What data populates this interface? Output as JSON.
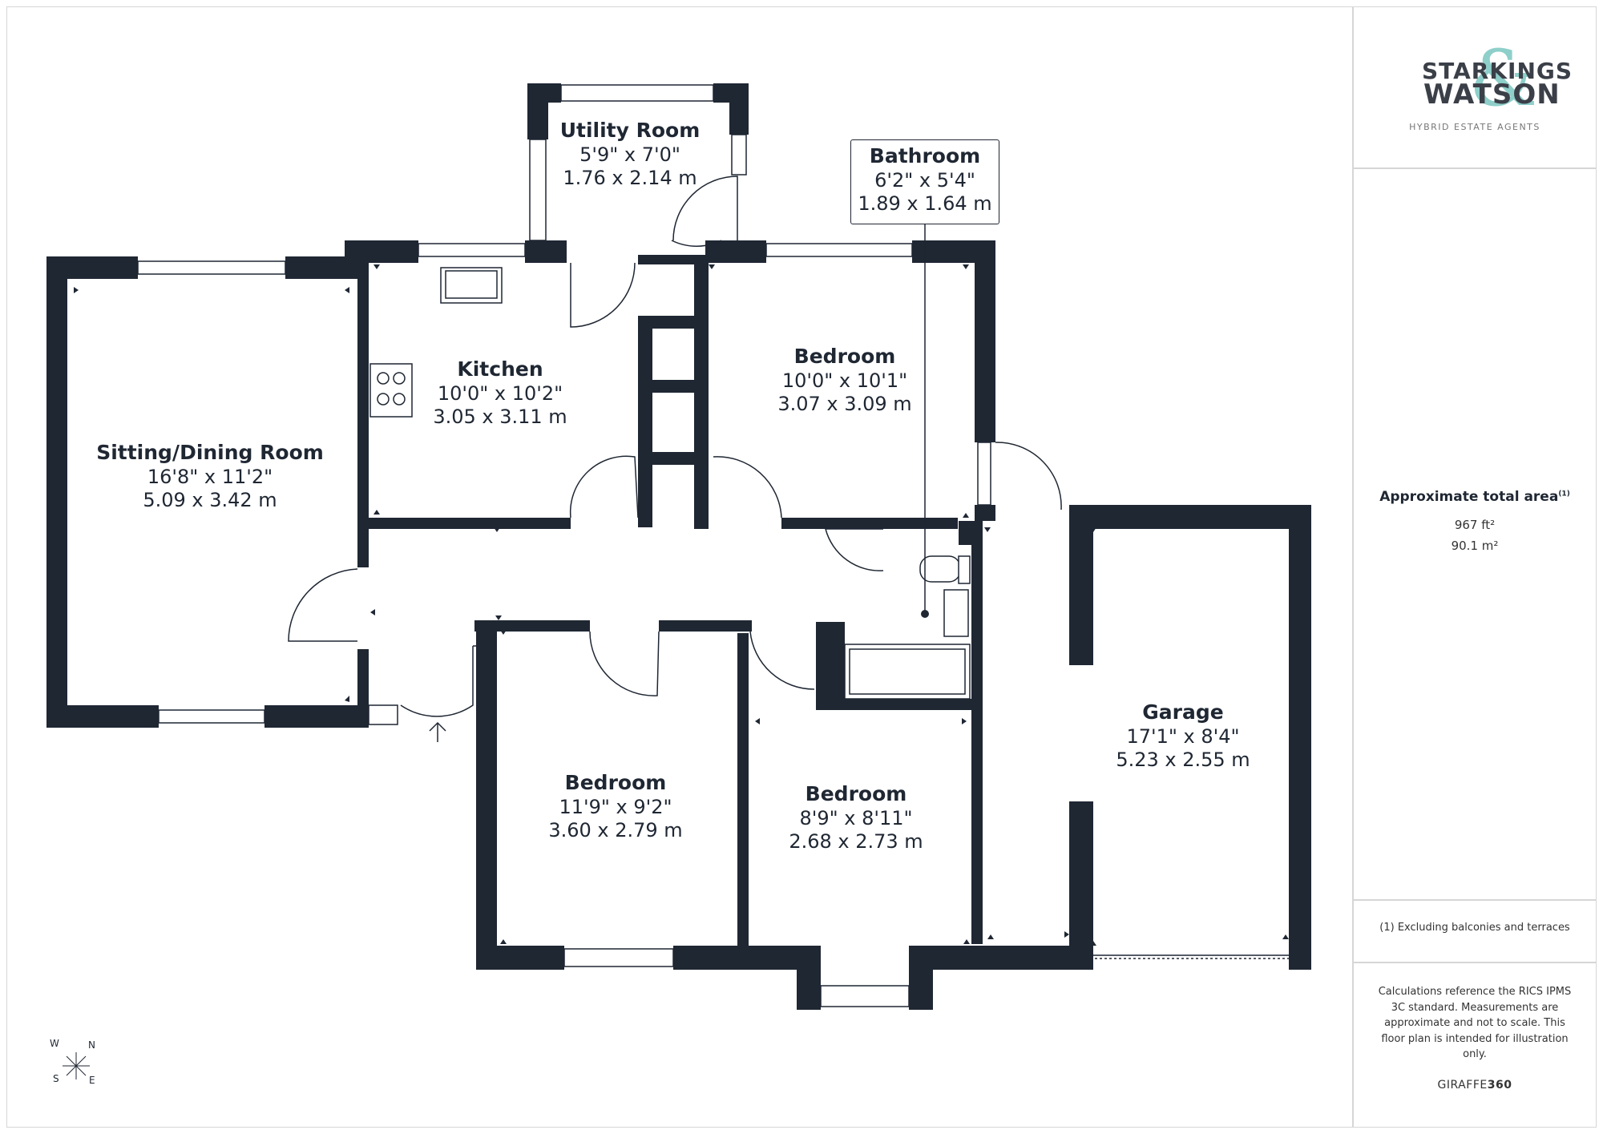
{
  "brand": {
    "logo_top": "STARKINGS",
    "logo_bottom": "WATSON",
    "logo_amp": "&",
    "tagline": "HYBRID ESTATE AGENTS",
    "accent_color": "#8ecfca"
  },
  "rooms": [
    {
      "name": "Utility Room",
      "imperial": "5'9\" x 7'0\"",
      "metric": "1.76 x 2.14 m"
    },
    {
      "name": "Bathroom",
      "imperial": "6'2\" x 5'4\"",
      "metric": "1.89 x 1.64 m"
    },
    {
      "name": "Kitchen",
      "imperial": "10'0\" x 10'2\"",
      "metric": "3.05 x 3.11 m"
    },
    {
      "name": "Bedroom",
      "imperial": "10'0\" x 10'1\"",
      "metric": "3.07 x 3.09 m"
    },
    {
      "name": "Sitting/Dining Room",
      "imperial": "16'8\" x 11'2\"",
      "metric": "5.09 x 3.42 m"
    },
    {
      "name": "Garage",
      "imperial": "17'1\" x 8'4\"",
      "metric": "5.23 x 2.55 m"
    },
    {
      "name": "Bedroom",
      "imperial": "11'9\" x 9'2\"",
      "metric": "3.60 x 2.79 m"
    },
    {
      "name": "Bedroom",
      "imperial": "8'9\" x 8'11\"",
      "metric": "2.68 x 2.73 m"
    }
  ],
  "area": {
    "title": "Approximate total area",
    "title_sup": "(1)",
    "sqft": "967 ft²",
    "sqm": "90.1 m²"
  },
  "footnote": "(1) Excluding balconies and terraces",
  "disclaimer": "Calculations reference the RICS IPMS 3C standard. Measurements are approximate and not to scale. This floor plan is intended for illustration only.",
  "credit_prefix": "GIRAFFE",
  "credit_suffix": "360",
  "compass": {
    "w": "W",
    "n": "N",
    "s": "S",
    "e": "E"
  },
  "wall_color": "#1f2733"
}
